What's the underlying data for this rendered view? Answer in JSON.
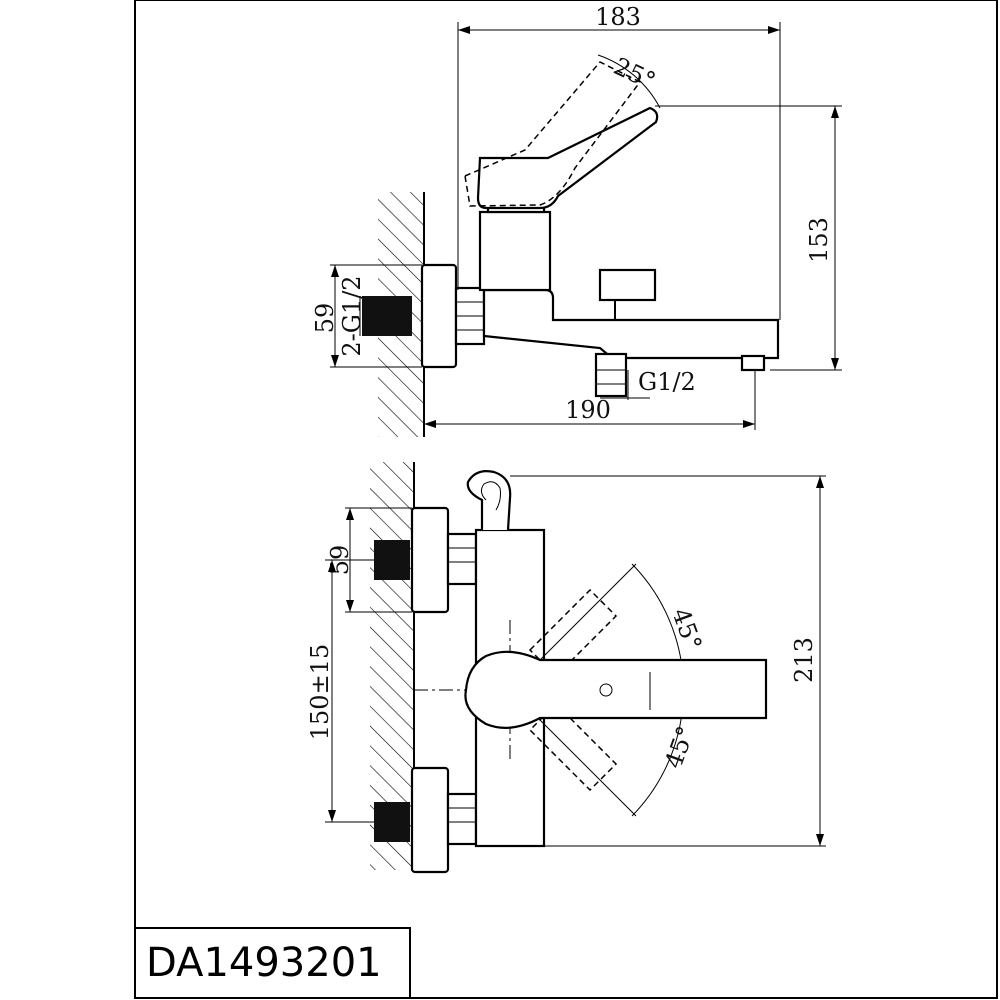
{
  "product_code": "DA1493201",
  "side_view": {
    "dim_overall_depth": "183",
    "dim_lever_angle": "25°",
    "dim_height": "153",
    "dim_inlet_thread": "2-G1/2",
    "dim_inlet_size": "59",
    "dim_outlet_thread": "G1/2",
    "dim_spout_reach": "190"
  },
  "front_view": {
    "dim_inlet_size": "59",
    "dim_inlet_spacing": "150±15",
    "dim_angle_up": "45°",
    "dim_angle_down": "45°",
    "dim_total_height": "213"
  }
}
